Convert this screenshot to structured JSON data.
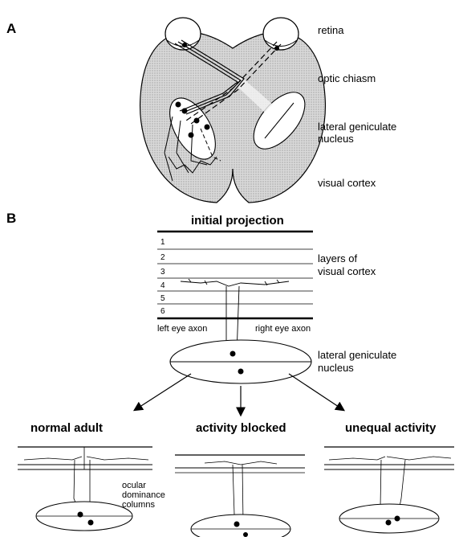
{
  "panel_a": {
    "letter": "A",
    "labels": {
      "retina": "retina",
      "optic_chiasm": "optic chiasm",
      "lgn_line1": "lateral geniculate",
      "lgn_line2": "nucleus",
      "visual_cortex": "visual cortex"
    }
  },
  "panel_b": {
    "letter": "B",
    "title": "initial projection",
    "layer_numbers": [
      "1",
      "2",
      "3",
      "4",
      "5",
      "6"
    ],
    "layers_label_line1": "layers of",
    "layers_label_line2": "visual cortex",
    "left_axon": "left eye axon",
    "right_axon": "right eye axon",
    "lgn_line1": "lateral geniculate",
    "lgn_line2": "nucleus",
    "outcomes": {
      "normal": "normal adult",
      "blocked": "activity blocked",
      "unequal": "unequal activity"
    },
    "ocular_line1": "ocular",
    "ocular_line2": "dominance",
    "ocular_line3": "columns"
  },
  "colors": {
    "stipple": "#bdbdbd",
    "ink": "#000000"
  }
}
